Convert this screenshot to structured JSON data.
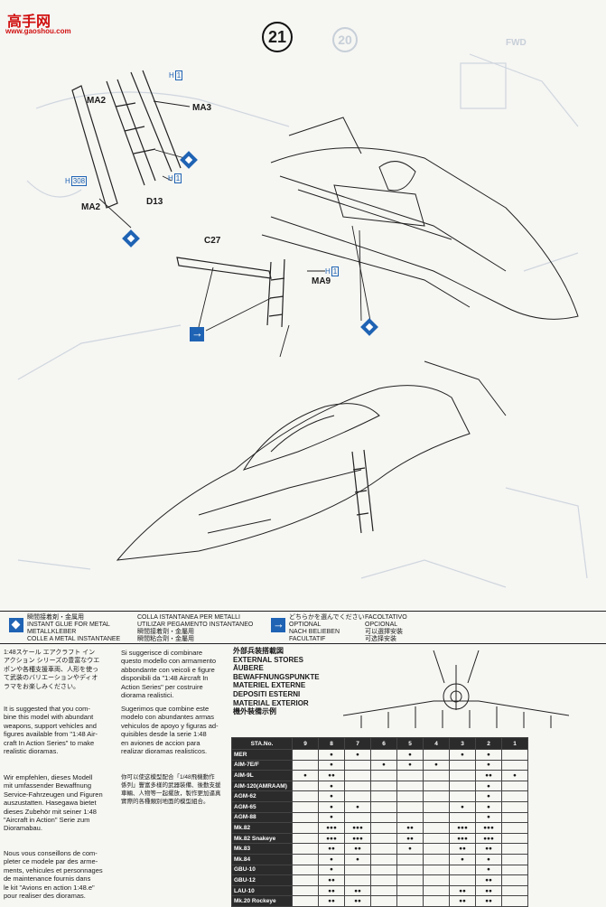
{
  "watermark": {
    "site": "高手网",
    "url": "www.gaoshou.com"
  },
  "step": {
    "number": "21",
    "ghost_number": "20"
  },
  "parts": {
    "ma3": "MA3",
    "ma2": "MA2",
    "d13": "D13",
    "c27": "C27",
    "ma9": "MA9",
    "h1_top": "H",
    "h1_top_box": "1",
    "h1_mid": "H",
    "h1_mid_box": "1",
    "h1_right": "H",
    "h1_right_box": "1",
    "h308": "H",
    "h308_box": "308",
    "fwd": "FWD"
  },
  "legend": {
    "metal_glue": "瞬間接着剤・金属用\nINSTANT GLUE FOR METAL\nMETALLKLEBER\nCOLLE A METAL INSTANTANEE",
    "metal_glue_it": "COLLA ISTANTANEA PER METALLI\nUTILIZAR PEGAMENTO INSTANTANEO\n瞬間接着劑・金屬用\n瞬間粘合劑・金屬用",
    "optional": "どちらかを選んでください\nOPTIONAL\nNACH BELIEBEN\nFACULTATIF",
    "optional_it": "FACOLTATIVO\nOPCIONAL\n可以選擇安裝\n可选择安装"
  },
  "texts": {
    "jp": "1:48スケール エアクラフト イン\nアクション シリーズの豊富なウエ\nポンや各種支援車両、人形を使っ\nて武装のバリエーションやディオ\nラマをお楽しみください。",
    "en": "It is suggested that you com-\nbine this model with abundant\nweapons, support vehicles and\nfigures available from \"1:48 Air-\ncraft In Action Series\" to make\nrealistic dioramas.",
    "de": "Wir empfehlen, dieses Modell\nmit umfassender Bewaffnung\nService-Fahrzeugen und Figuren\nauszustatten. Hasegawa bietet\ndieses Zubehör mit seiner 1:48\n\"Aircraft in Action\" Serie zum\nDioramabau.",
    "fr": "Nous vous conseillons de com-\npleter ce modele par des arme-\nments, vehicules et personnages\nde maintenance fournis dans\nle kit \"Avions en action 1:48.e\"\npour realiser des dioramas.",
    "it": "Si suggerisce di combinare\nquesto modello con armamento\nabbondante con veicoli e figure\ndisponibili da \"1:48 Aircraft In\nAction Series\" per costruire\ndiorama realistici.",
    "es": "Sugerimos que combine este\nmodelo con abundantes armas\nvehiculos de apoyo y figuras ad-\nquisibles desde la serie 1:48\nen aviones de accion para\nrealizar dioramas realisticos.",
    "zh": "你可以使这模型配合「1/48飛機動作\n係列」豐富多樣的武器裝備、後勤支援\n車輛、人物等一起擺放，製作更加逼真\n實際的各種類別地面的模型組合。"
  },
  "stores": {
    "title": "外部兵装搭載図\nEXTERNAL STORES\nÄUBERE\nBEWAFFNUNGSPUNKTE\nMATERIEL EXTERNE\nDEPOSITI ESTERNI\nMATERIAL EXTERIOR\n機外裝備示例",
    "header": "STA.No.",
    "stations": [
      "9",
      "8",
      "7",
      "6",
      "5",
      "4",
      "3",
      "2",
      "1"
    ],
    "rows": [
      {
        "name": "MER",
        "cells": [
          "",
          "●",
          "●",
          "",
          "●",
          "",
          "●",
          "●",
          ""
        ]
      },
      {
        "name": "AIM-7E/F",
        "cells": [
          "",
          "●",
          "",
          "●",
          "●",
          "●",
          "",
          "●",
          ""
        ]
      },
      {
        "name": "AIM-9L",
        "cells": [
          "●",
          "●●",
          "",
          "",
          "",
          "",
          "",
          "●●",
          "●"
        ]
      },
      {
        "name": "AIM-120(AMRAAM)",
        "cells": [
          "",
          "●",
          "",
          "",
          "",
          "",
          "",
          "●",
          ""
        ]
      },
      {
        "name": "AGM-62",
        "cells": [
          "",
          "●",
          "",
          "",
          "",
          "",
          "",
          "●",
          ""
        ]
      },
      {
        "name": "AGM-65",
        "cells": [
          "",
          "●",
          "●",
          "",
          "",
          "",
          "●",
          "●",
          ""
        ]
      },
      {
        "name": "AGM-88",
        "cells": [
          "",
          "●",
          "",
          "",
          "",
          "",
          "",
          "●",
          ""
        ]
      },
      {
        "name": "Mk.82",
        "cells": [
          "",
          "●●●",
          "●●●",
          "",
          "●●",
          "",
          "●●●",
          "●●●",
          ""
        ]
      },
      {
        "name": "Mk.82 Snakeye",
        "cells": [
          "",
          "●●●",
          "●●●",
          "",
          "●●",
          "",
          "●●●",
          "●●●",
          ""
        ]
      },
      {
        "name": "Mk.83",
        "cells": [
          "",
          "●●",
          "●●",
          "",
          "●",
          "",
          "●●",
          "●●",
          ""
        ]
      },
      {
        "name": "Mk.84",
        "cells": [
          "",
          "●",
          "●",
          "",
          "",
          "",
          "●",
          "●",
          ""
        ]
      },
      {
        "name": "GBU-10",
        "cells": [
          "",
          "●",
          "",
          "",
          "",
          "",
          "",
          "●",
          ""
        ]
      },
      {
        "name": "GBU-12",
        "cells": [
          "",
          "●●",
          "",
          "",
          "",
          "",
          "",
          "●●",
          ""
        ]
      },
      {
        "name": "LAU-10",
        "cells": [
          "",
          "●●",
          "●●",
          "",
          "",
          "",
          "●●",
          "●●",
          ""
        ]
      },
      {
        "name": "Mk.20 Rockeye",
        "cells": [
          "",
          "●●",
          "●●",
          "",
          "",
          "",
          "●●",
          "●●",
          ""
        ]
      }
    ]
  }
}
